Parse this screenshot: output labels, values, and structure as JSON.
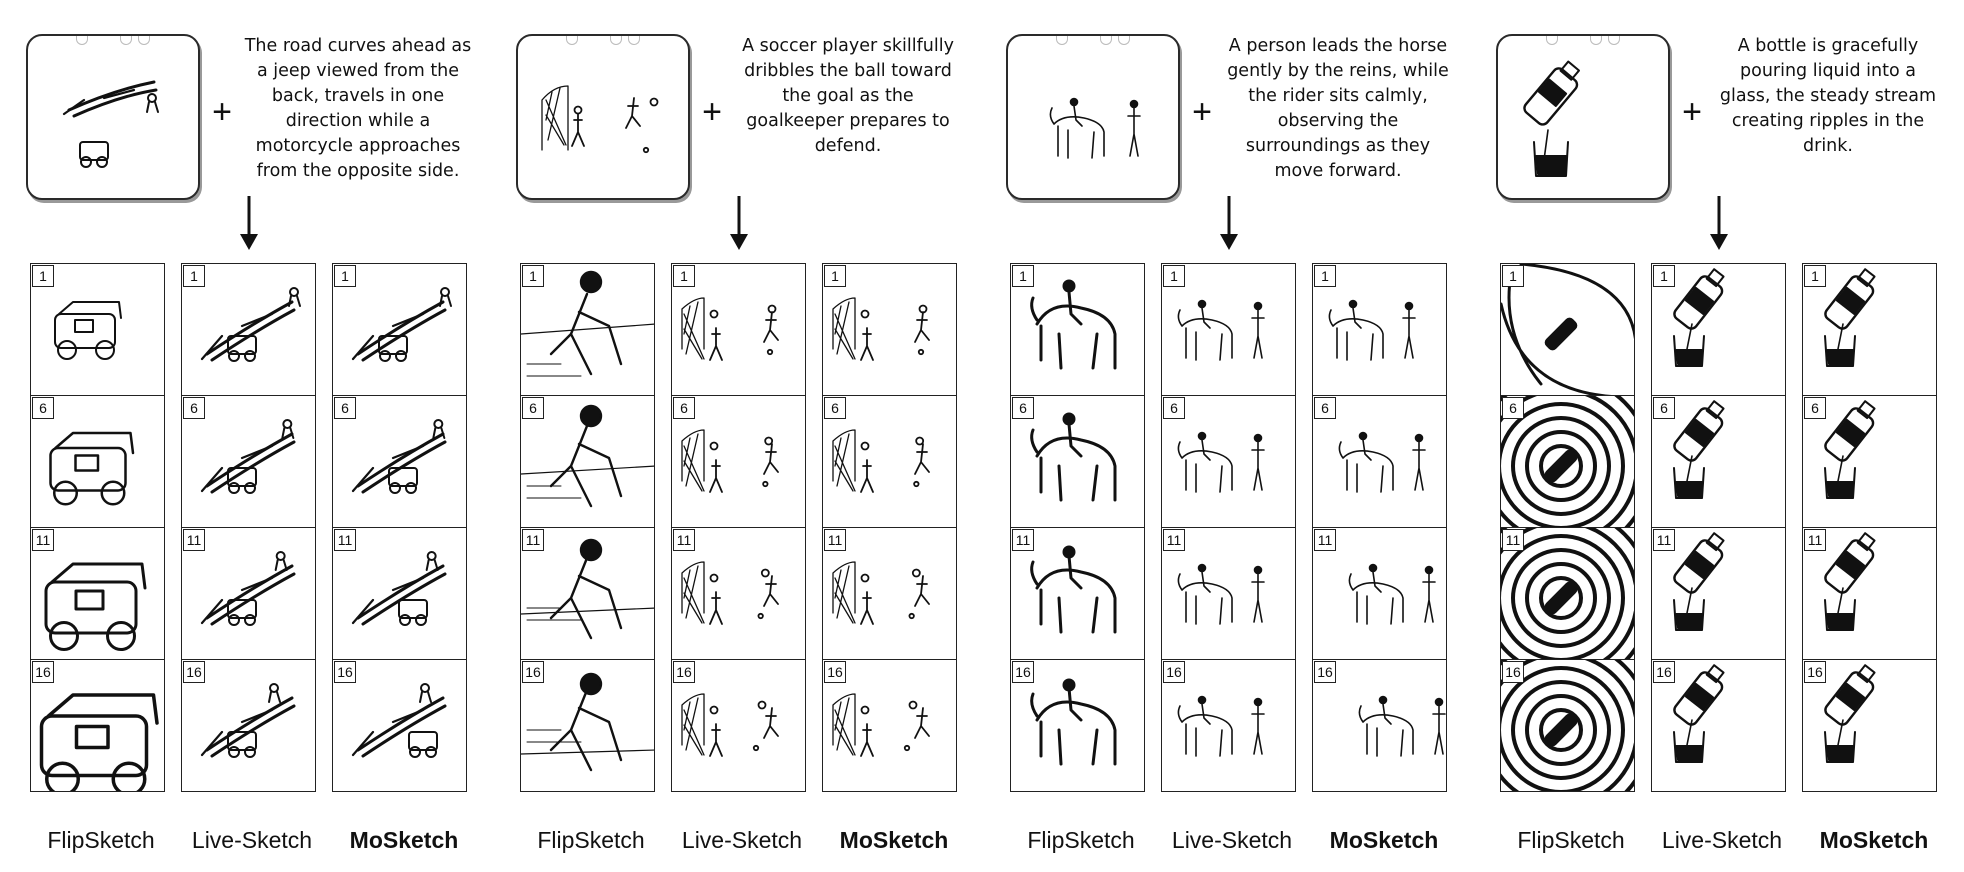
{
  "methods": [
    "FlipSketch",
    "Live-Sketch",
    "MoSketch"
  ],
  "frame_numbers": [
    "1",
    "6",
    "11",
    "16"
  ],
  "groups": [
    {
      "caption": "The road curves ahead as a jeep viewed from the back, travels in one direction while a motorcycle approaches from the opposite side.",
      "labels": [
        "FlipSketch",
        "Live-Sketch",
        "MoSketch"
      ]
    },
    {
      "caption": "A soccer player skillfully dribbles the ball toward the goal as the goalkeeper prepares to defend.",
      "labels": [
        "FlipSketch",
        "Live-Sketch",
        "MoSketch"
      ]
    },
    {
      "caption": "A person leads the horse gently by the reins, while the rider sits calmly, observing the surroundings as they move forward.",
      "labels": [
        "FlipSketch",
        "Live-Sketch",
        "MoSketch"
      ]
    },
    {
      "caption": "A bottle is gracefully pouring liquid into a glass, the steady stream creating ripples in the drink.",
      "labels": [
        "FlipSketch",
        "Live-Sketch",
        "MoSketch"
      ]
    }
  ]
}
